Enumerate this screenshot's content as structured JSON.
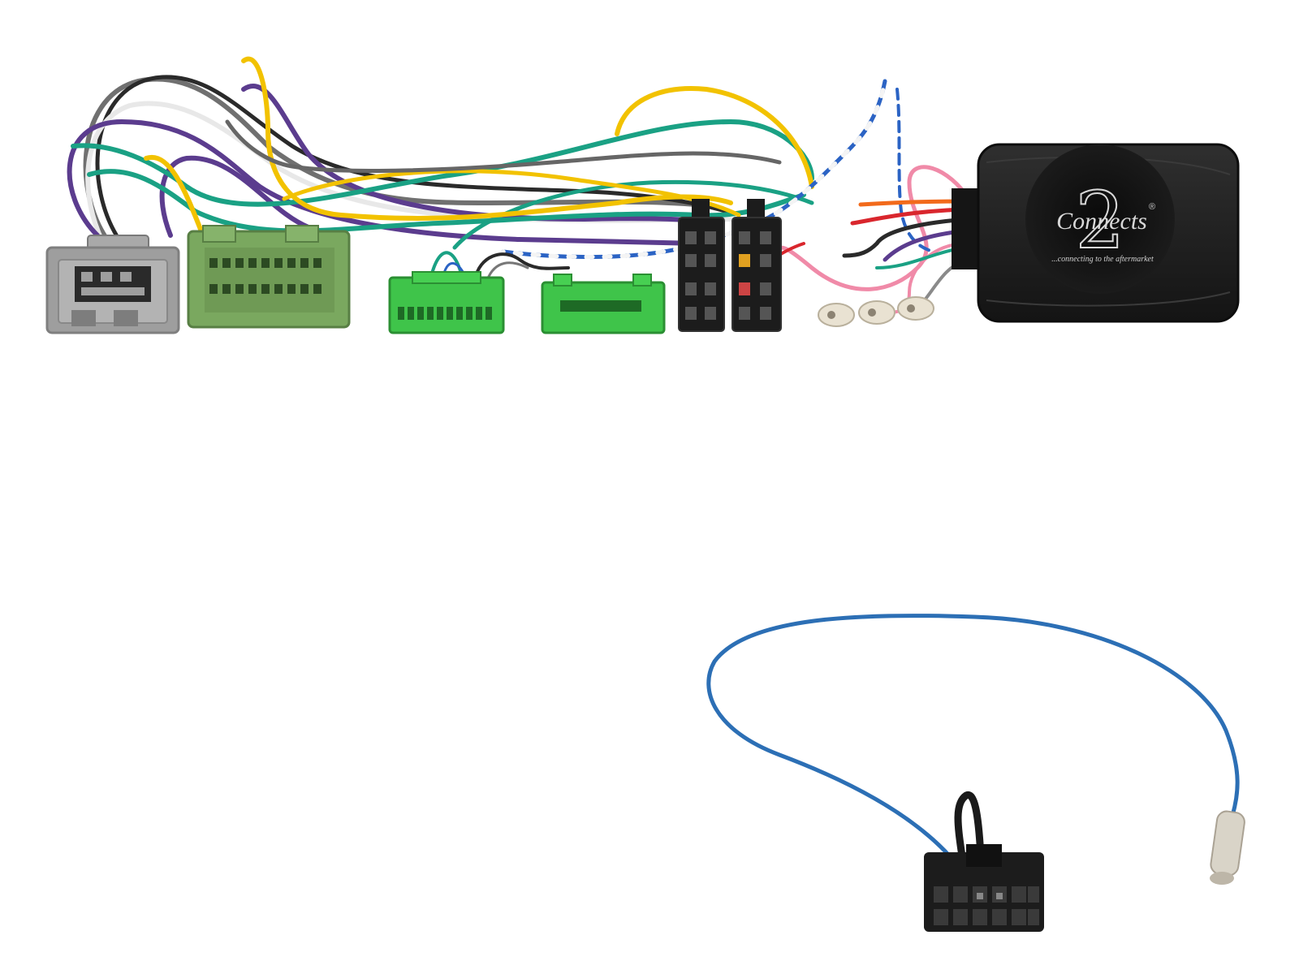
{
  "image": {
    "subject": "steering wheel control interface harness",
    "background": "#ffffff"
  },
  "logo": {
    "brand": "Connects",
    "digit": "2",
    "registered": "®",
    "tagline": "...connecting to the aftermarket"
  },
  "colors": {
    "wire_yellow": "#f2c200",
    "wire_purple": "#5b3c8e",
    "wire_green": "#1aa184",
    "wire_grey": "#707070",
    "wire_white": "#ececec",
    "wire_black": "#2a2a2a",
    "wire_blue": "#2b63c4",
    "wire_pink": "#f08aa8",
    "wire_orange": "#f26a1b",
    "wire_red": "#d9262d",
    "connector_green_dark": "#78a85e",
    "connector_green_bright": "#3fc44a",
    "connector_grey": "#9a9a9a",
    "connector_black": "#1c1c1c",
    "module_black": "#1e1e1e",
    "patch_cable_blue": "#2c6fb5"
  }
}
